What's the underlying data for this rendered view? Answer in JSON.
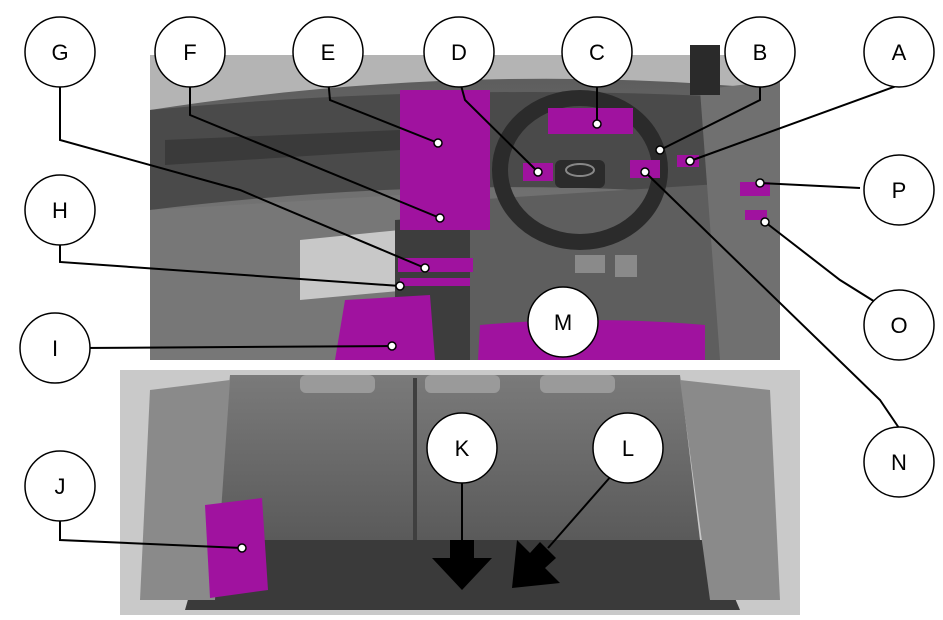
{
  "colors": {
    "highlight": "#a0129f",
    "interior_dark": "#3a3a3a",
    "interior_mid": "#6b6b6b",
    "interior_light": "#a8a8a8",
    "leader": "#000000"
  },
  "callouts": [
    {
      "id": "A",
      "label": "A"
    },
    {
      "id": "B",
      "label": "B"
    },
    {
      "id": "C",
      "label": "C"
    },
    {
      "id": "D",
      "label": "D"
    },
    {
      "id": "E",
      "label": "E"
    },
    {
      "id": "F",
      "label": "F"
    },
    {
      "id": "G",
      "label": "G"
    },
    {
      "id": "H",
      "label": "H"
    },
    {
      "id": "I",
      "label": "I"
    },
    {
      "id": "J",
      "label": "J"
    },
    {
      "id": "K",
      "label": "K"
    },
    {
      "id": "L",
      "label": "L"
    },
    {
      "id": "M",
      "label": "M"
    },
    {
      "id": "N",
      "label": "N"
    },
    {
      "id": "O",
      "label": "O"
    },
    {
      "id": "P",
      "label": "P"
    }
  ]
}
